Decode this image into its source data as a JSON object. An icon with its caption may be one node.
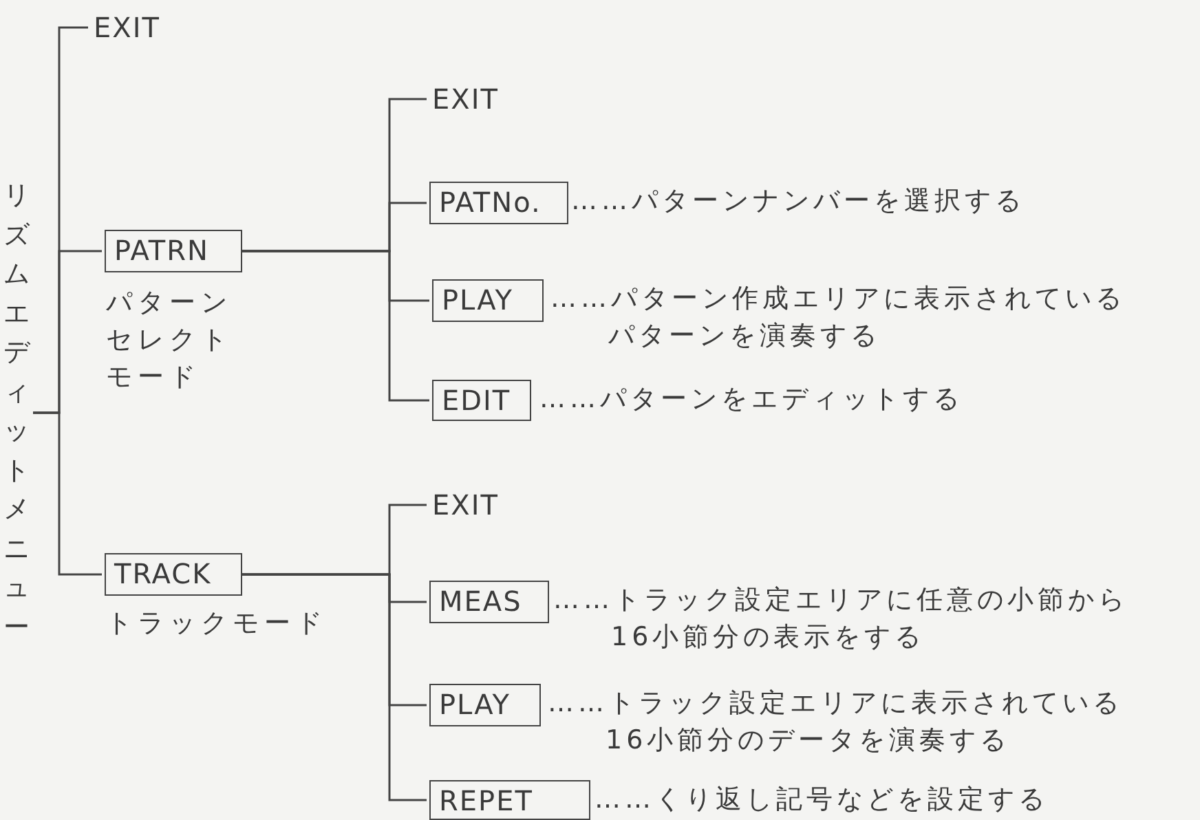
{
  "diagram": {
    "nodes": [
      {
        "text": [
          "リズムエディットメニュー"
        ]
      },
      {
        "text": [
          "EXIT"
        ]
      },
      {
        "text": [
          "PATRN"
        ],
        "beside": [
          "パターンセレクトモード"
        ]
      },
      {
        "text": [
          "EXIT"
        ]
      },
      {
        "text": [
          "PATNo."
        ],
        "beside": [
          "……パターンナンバーを選択する"
        ]
      },
      {
        "text": [
          "PLAY"
        ],
        "beside": [
          "……パターン作成エリアに表示されているパターンを演奏する"
        ]
      },
      {
        "text": [
          "EDIT"
        ],
        "beside": [
          "……パターンをエディットする"
        ]
      },
      {
        "text": [
          "TRACK"
        ],
        "beside": [
          "トラックモード"
        ]
      },
      {
        "text": [
          "EXIT"
        ]
      },
      {
        "text": [
          "MEAS"
        ],
        "beside": [
          "……トラック設定エリアに任意の小節から16小節分の表示をする"
        ]
      },
      {
        "text": [
          "PLAY"
        ],
        "beside": [
          "……トラック設定エリアに表示されている16小節分のデータを演奏する"
        ]
      },
      {
        "text": [
          "REPET"
        ],
        "beside": [
          "……くり返し記号などを設定する"
        ]
      }
    ],
    "edges": [
      {
        "from": 0,
        "to": 1,
        "arrow": "none"
      },
      {
        "from": 0,
        "to": 2,
        "arrow": "none"
      },
      {
        "from": 0,
        "to": 7,
        "arrow": "none"
      },
      {
        "from": 2,
        "to": 3,
        "arrow": "none"
      },
      {
        "from": 2,
        "to": 4,
        "arrow": "none"
      },
      {
        "from": 2,
        "to": 5,
        "arrow": "none"
      },
      {
        "from": 2,
        "to": 6,
        "arrow": "none"
      },
      {
        "from": 7,
        "to": 8,
        "arrow": "none"
      },
      {
        "from": 7,
        "to": 9,
        "arrow": "none"
      },
      {
        "from": 7,
        "to": 10,
        "arrow": "none"
      },
      {
        "from": 7,
        "to": 11,
        "arrow": "none"
      }
    ]
  }
}
